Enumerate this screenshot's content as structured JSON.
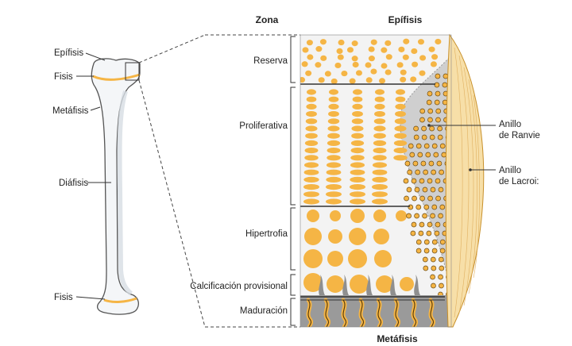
{
  "headers": {
    "zona": "Zona",
    "epifisis_top": "Epífisis",
    "metafisis_bottom": "Metáfisis"
  },
  "bone_labels": {
    "epifisis": "Epífisis",
    "fisis_top": "Fisis",
    "metafisis": "Metáfisis",
    "diafisis": "Diáfisis",
    "fisis_bottom": "Fisis"
  },
  "zones": [
    {
      "key": "reserva",
      "label": "Reserva"
    },
    {
      "key": "proliferativa",
      "label": "Proliferativa"
    },
    {
      "key": "hipertrofia",
      "label": "Hipertrofia"
    },
    {
      "key": "calcificacion",
      "label": "Calcificación provisional"
    },
    {
      "key": "maduracion",
      "label": "Maduración"
    }
  ],
  "right_labels": {
    "ranvier_line1": "Anillo",
    "ranvier_line2": "de Ranvie",
    "lacroix_line1": "Anillo",
    "lacroix_line2": "de Lacroi:"
  },
  "colors": {
    "cell": "#f5b545",
    "cell_edge": "#e29a22",
    "cartilage_bg": "#f3f3f3",
    "ring_fill": "#f7dfa8",
    "ranvier_bg": "#cfcfcf",
    "bone_outline": "#555555",
    "line": "#333333",
    "bone_gray": "#8f8f8f"
  }
}
